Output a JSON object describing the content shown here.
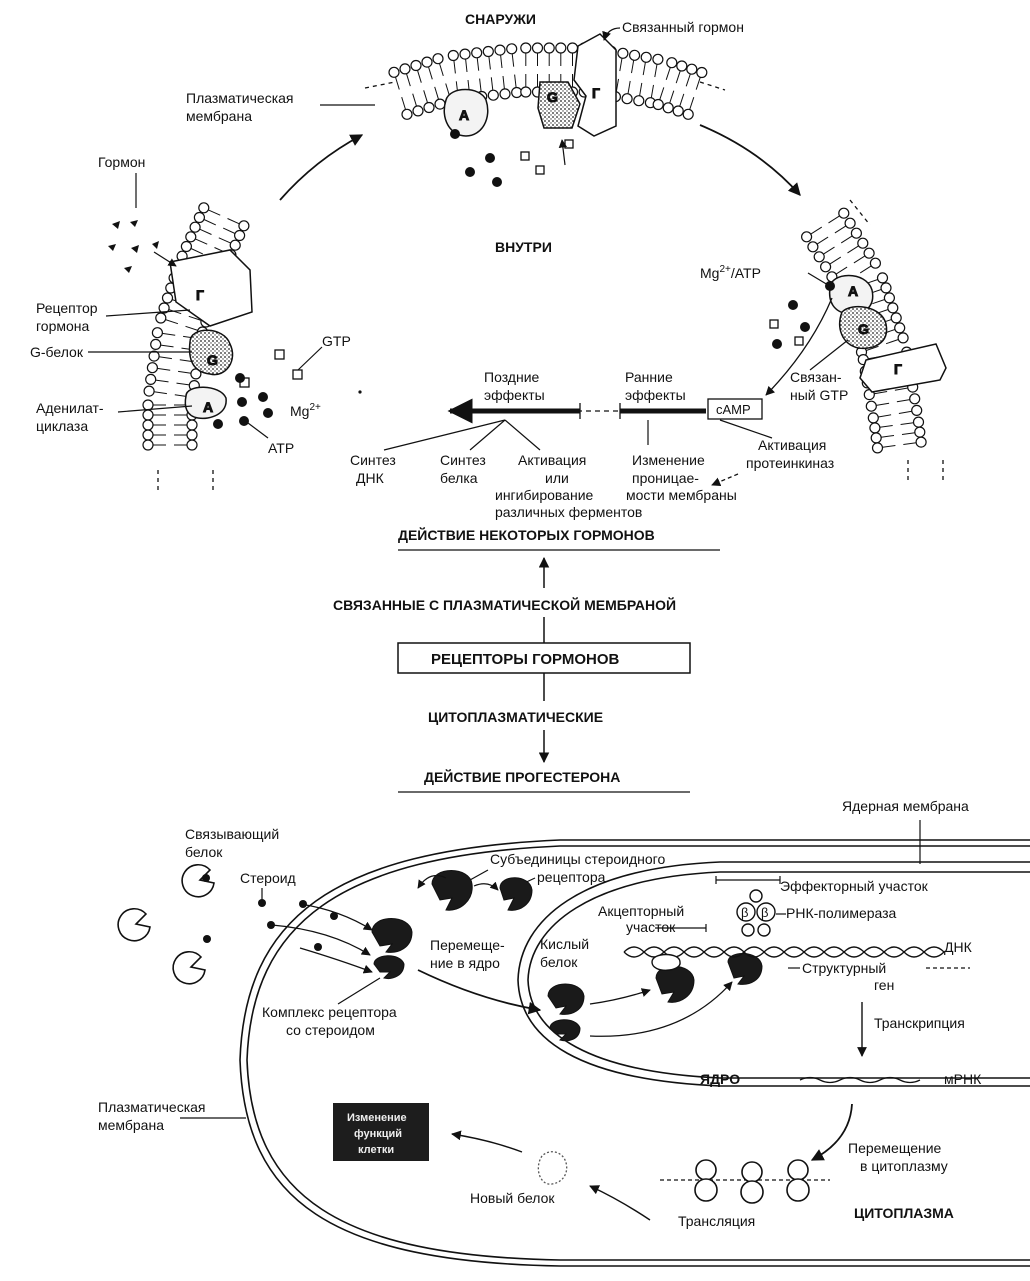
{
  "top": {
    "outside": "СНАРУЖИ",
    "inside": "ВНУТРИ",
    "bound_hormone": "Связанный гормон",
    "plasma_membrane": [
      "Плазматическая",
      "мембрана"
    ],
    "hormone": "Гормон",
    "receptor": [
      "Рецептор",
      "гормона"
    ],
    "g_protein": "G-белок",
    "adenylate_cyclase": [
      "Аденилат-",
      "циклаза"
    ],
    "gtp": "GTP",
    "mg": "Mg",
    "mg_sup": "2+",
    "atp": "ATP",
    "mg_atp": "Mg",
    "mg_atp_tail": "/ATP",
    "bound_gtp": [
      "Связан-",
      "ный GTP"
    ],
    "camp": "cAMP",
    "late_effects": [
      "Поздние",
      "эффекты"
    ],
    "early_effects": [
      "Ранние",
      "эффекты"
    ],
    "dna_synthesis": [
      "Синтез",
      "ДНК"
    ],
    "protein_synthesis": [
      "Синтез",
      "белка"
    ],
    "enzyme_activation": [
      "Активация",
      "или",
      "ингибирование",
      "различных  ферментов"
    ],
    "permeability": [
      "Изменение",
      "проницае-",
      "мости мембраны"
    ],
    "kinase_activation": [
      "Активация",
      "протеинкиназ"
    ],
    "prot_A": "A",
    "prot_G": "G",
    "prot_H": "Г"
  },
  "center": {
    "some_hormones": "ДЕЙСТВИЕ НЕКОТОРЫХ ГОРМОНОВ",
    "membrane_bound": "СВЯЗАННЫЕ С ПЛАЗМАТИЧЕСКОЙ МЕМБРАНОЙ",
    "receptors": "РЕЦЕПТОРЫ  ГОРМОНОВ",
    "cytoplasmic": "ЦИТОПЛАЗМАТИЧЕСКИЕ",
    "progesterone": "ДЕЙСТВИЕ ПРОГЕСТЕРОНА"
  },
  "bottom": {
    "nuclear_membrane": "Ядерная мембрана",
    "binding_protein": [
      "Связывающий",
      "белок"
    ],
    "steroid": "Стероид",
    "subunits": [
      "Субъединицы стероидного",
      "рецептора"
    ],
    "effector_site": "Эффекторный участок",
    "acceptor_site": [
      "Акцепторный",
      "участок"
    ],
    "rna_polymerase": "РНК-полимераза",
    "move_to_nucleus": [
      "Перемеще-",
      "ние в ядро"
    ],
    "acidic_protein": [
      "Кислый",
      "белок"
    ],
    "dna": "ДНК",
    "structural_gene": [
      "Структурный",
      "ген"
    ],
    "complex": [
      "Комплекс рецептора",
      "со стероидом"
    ],
    "transcription": "Транскрипция",
    "nucleus": "ЯДРО",
    "mrna": "мРНК",
    "plasma_membrane": [
      "Плазматическая",
      "мембрана"
    ],
    "cell_function": [
      "Изменение",
      "функций",
      "клетки"
    ],
    "move_to_cytoplasm": [
      "Перемещение",
      "в цитоплазму"
    ],
    "new_protein": "Новый белок",
    "translation": "Трансляция",
    "cytoplasm": "ЦИТОПЛАЗМА",
    "beta": "β"
  }
}
